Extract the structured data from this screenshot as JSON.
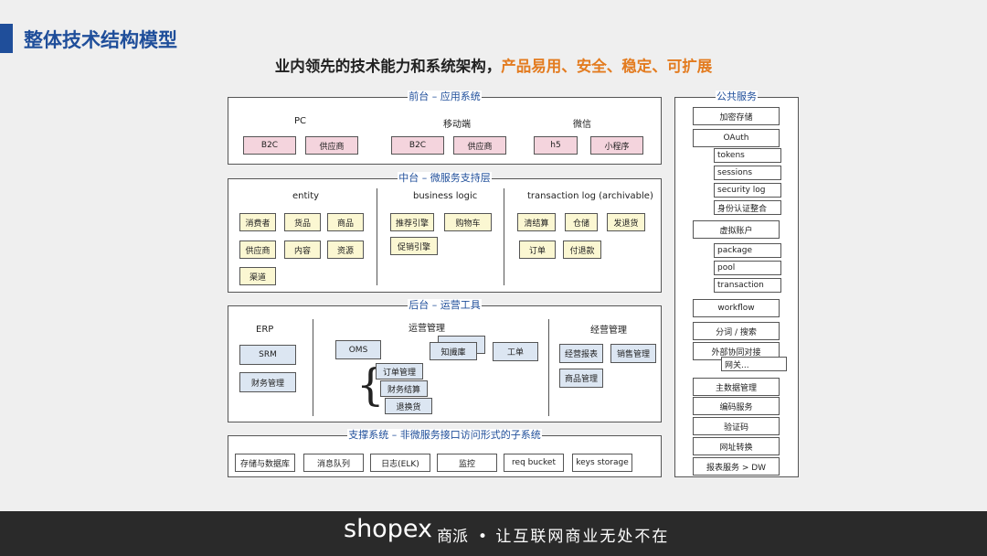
{
  "header": {
    "title": "整体技术结构模型",
    "subtitle_main": "业内领先的技术能力和系统架构，",
    "subtitle_highlight": "产品易用、安全、稳定、可扩展"
  },
  "front": {
    "title": "前台 – 应用系统",
    "groups": [
      {
        "label": "PC",
        "items": [
          "B2C",
          "供应商"
        ]
      },
      {
        "label": "移动端",
        "items": [
          "B2C",
          "供应商"
        ]
      },
      {
        "label": "微信",
        "items": [
          "h5",
          "小程序"
        ]
      }
    ]
  },
  "middle": {
    "title": "中台 – 微服务支持层",
    "entity": {
      "label": "entity",
      "items": [
        "消费者",
        "货品",
        "商品",
        "供应商",
        "内容",
        "资源",
        "渠道"
      ]
    },
    "logic": {
      "label": "business logic",
      "items": [
        "推荐引擎",
        "购物车",
        "促销引擎"
      ]
    },
    "tlog": {
      "label": "transaction log (archivable)",
      "items": [
        "清结算",
        "仓储",
        "发退货",
        "订单",
        "付退款"
      ]
    }
  },
  "back": {
    "title": "后台 – 运营工具",
    "erp": {
      "label": "ERP",
      "items": [
        "SRM",
        "财务管理"
      ]
    },
    "ops": {
      "label": "运营管理",
      "oms": "OMS",
      "kb": "知識庫",
      "ticket": "工单",
      "sub": [
        "订单管理",
        "财务结算",
        "退换货"
      ]
    },
    "biz": {
      "label": "经营管理",
      "items": [
        "经营报表",
        "销售管理",
        "商品管理"
      ]
    }
  },
  "support": {
    "title": "支撑系统 – 非微服务接口访问形式的子系统",
    "items": [
      "存储与数据库",
      "消息队列",
      "日志(ELK)",
      "监控",
      "req bucket",
      "keys storage"
    ]
  },
  "public": {
    "title": "公共服务",
    "encrypt": "加密存储",
    "oauth": "OAuth",
    "oauth_sub": [
      "tokens",
      "sessions",
      "security log",
      "身份认证整合"
    ],
    "vaccount": "虚拟账户",
    "vaccount_sub": [
      "package",
      "pool",
      "transaction"
    ],
    "workflow": "workflow",
    "search": "分词 / 搜索",
    "external": "外部协同对接",
    "gateway": "网关...",
    "bottom": [
      "主数据管理",
      "编码服务",
      "验证码",
      "网址转换",
      "报表服务 > DW"
    ]
  },
  "footer": {
    "logo": "shopex",
    "logo_cn": "商派",
    "slogan": "• 让互联网商业无处不在"
  }
}
